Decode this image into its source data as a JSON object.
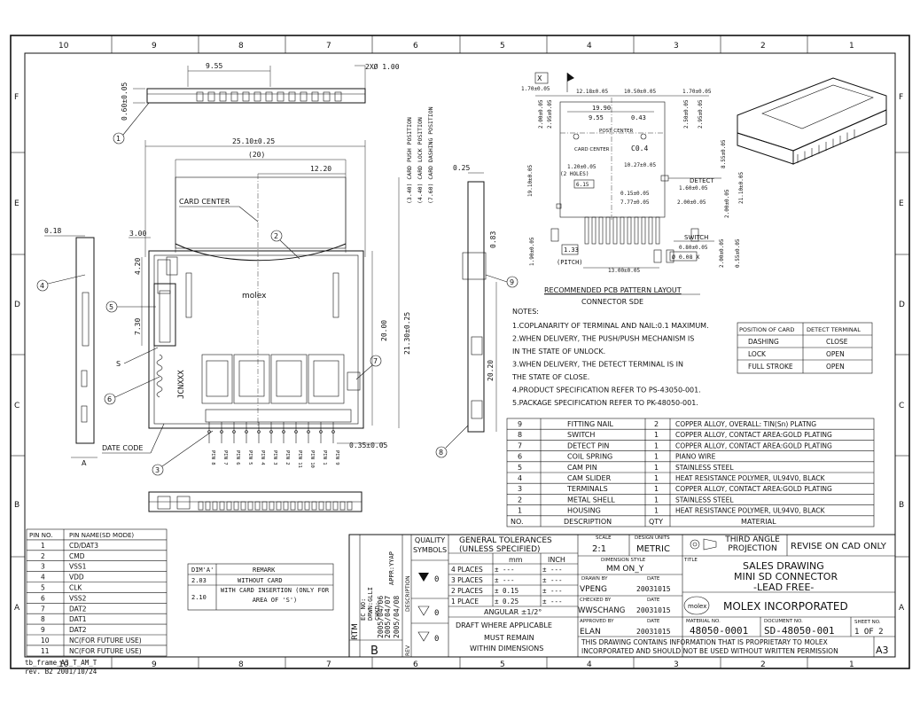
{
  "frame": {
    "col_labels": [
      "10",
      "9",
      "8",
      "7",
      "6",
      "5",
      "4",
      "3",
      "2",
      "1"
    ],
    "row_labels": [
      "F",
      "E",
      "D",
      "C",
      "B",
      "A"
    ],
    "footer_left": "tb_frame_A3_T_AM_T",
    "footer_rev": "rev. B2 2001/10/24"
  },
  "top_view": {
    "dim_955": "9.55",
    "dim_holes": "2XØ 1.00",
    "dim_060": "0.60±0.05",
    "callout_1": "1",
    "vert_dims": [
      "(3.40) CARD PUSH POSITION",
      "(4.40) CARD LOCK POSITION",
      "(7.60) CARD DASHING POSITION"
    ]
  },
  "front_view": {
    "dim_2510": "25.10±0.25",
    "dim_20": "(20)",
    "dim_1220": "12.20",
    "card_center": "CARD CENTER",
    "dim_018": "0.18",
    "dim_300": "3.00",
    "dim_420": "4.20",
    "dim_730": "7.30",
    "dim_2000": "20.00",
    "dim_2130": "21.30±0.25",
    "dim_035": "0.35±0.05",
    "date_code": "DATE CODE",
    "molex": "molex",
    "code_text": "JCNXXX",
    "letter_a": "A",
    "letter_s": "S",
    "callouts": [
      "2",
      "3",
      "4",
      "5",
      "6",
      "7"
    ],
    "pins": [
      "PIN 8",
      "PIN 7",
      "PIN 6",
      "PIN 5",
      "PIN 4",
      "PIN 3",
      "PIN 2",
      "PIN 11",
      "PIN 10",
      "PIN 1",
      "PIN 9"
    ]
  },
  "side_view": {
    "dim_025": "0.25",
    "dim_083": "0.83",
    "dim_2020": "20.20",
    "callout_8": "8",
    "callout_9": "9"
  },
  "pcb_layout": {
    "datum_x": "X",
    "dims": [
      "1.70±0.05",
      "12.18±0.05",
      "10.50±0.05",
      "1.70±0.05",
      "19.90",
      "9.55",
      "0.43",
      "2.00±0.05",
      "2.95±0.05",
      "2.50±0.05",
      "2.95±0.05",
      "C0.4",
      "8.55±0.05",
      "10.27±0.05",
      "1.20±0.05",
      "(2 HOLES)",
      "6.15",
      "0.15±0.05",
      "7.77±0.05",
      "1.60±0.05",
      "2.00±0.05",
      "19.10±0.05",
      "21.10±0.05",
      "2.00±0.05",
      "0.80±0.05",
      "1.33",
      "(PITCH)",
      "1.90±0.05",
      "13.00±0.05",
      "2.00±0.05",
      "0.55±0.05"
    ],
    "post_center": "POST CENTER",
    "card_center": "CARD CENTER",
    "detect": "DETECT",
    "switch": "SWITCH",
    "tolerance_frame": "Ø 0.08 X",
    "title": "RECOMMENDED PCB PATTERN LAYOUT",
    "subtitle": "CONNECTOR SDE"
  },
  "notes": {
    "heading": "NOTES:",
    "lines": [
      "1.COPLANARITY OF TERMINAL AND NAIL:0.1 MAXIMUM.",
      "2.WHEN DELIVERY, THE PUSH/PUSH MECHANISM IS",
      "   IN THE STATE OF UNLOCK.",
      "3.WHEN DELIVERY, THE DETECT TERMINAL IS IN",
      "   THE STATE OF CLOSE.",
      "4.PRODUCT SPECIFICATION REFER TO PS-43050-001.",
      "5.PACKAGE SPECIFICATION REFER TO PK-48050-001."
    ]
  },
  "position_table": {
    "headers": [
      "POSITION OF CARD",
      "DETECT TERMINAL"
    ],
    "rows": [
      [
        "DASHING",
        "CLOSE"
      ],
      [
        "LOCK",
        "OPEN"
      ],
      [
        "FULL STROKE",
        "OPEN"
      ]
    ]
  },
  "bom": {
    "headers": [
      "NO.",
      "DESCRIPTION",
      "QTY",
      "MATERIAL"
    ],
    "rows": [
      [
        "9",
        "FITTING NAIL",
        "2",
        "COPPER ALLOY, OVERALL: TIN(Sn) PLATNG"
      ],
      [
        "8",
        "SWITCH",
        "1",
        "COPPER ALLOY, CONTACT AREA:GOLD PLATING"
      ],
      [
        "7",
        "DETECT PIN",
        "1",
        "COPPER ALLOY, CONTACT AREA:GOLD PLATING"
      ],
      [
        "6",
        "COIL SPRING",
        "1",
        "PIANO WIRE"
      ],
      [
        "5",
        "CAM PIN",
        "1",
        "STAINLESS STEEL"
      ],
      [
        "4",
        "CAM SLIDER",
        "1",
        "HEAT RESISTANCE POLYMER, UL94V0, BLACK"
      ],
      [
        "3",
        "TERMINALS",
        "1",
        "COPPER ALLOY, CONTACT AREA:GOLD PLATING"
      ],
      [
        "2",
        "METAL SHELL",
        "1",
        "STAINLESS STEEL"
      ],
      [
        "1",
        "HOUSING",
        "1",
        "HEAT RESISTANCE POLYMER, UL94V0, BLACK"
      ]
    ]
  },
  "pin_table": {
    "headers": [
      "PIN NO.",
      "PIN NAME(SD MODE)"
    ],
    "rows": [
      [
        "1",
        "CD/DAT3"
      ],
      [
        "2",
        "CMD"
      ],
      [
        "3",
        "VSS1"
      ],
      [
        "4",
        "VDD"
      ],
      [
        "5",
        "CLK"
      ],
      [
        "6",
        "VSS2"
      ],
      [
        "7",
        "DAT2"
      ],
      [
        "8",
        "DAT1"
      ],
      [
        "9",
        "DAT2"
      ],
      [
        "10",
        "NC(FOR FUTURE USE)"
      ],
      [
        "11",
        "NC(FOR FUTURE USE)"
      ]
    ]
  },
  "remark_table": {
    "headers": [
      "DIM'A'",
      "REMARK"
    ],
    "rows": [
      [
        "2.03",
        "WITHOUT CARD"
      ],
      [
        "2.10",
        "WITH CARD INSERTION (ONLY FOR AREA OF 'S')"
      ]
    ]
  },
  "title_block": {
    "revision_dates": [
      "2005/04/06",
      "2005/04/07",
      "2005/04/08"
    ],
    "rev_labels": [
      "EC NO:",
      "DRWN:GLLI",
      "CHKD:",
      "APPR:YYAP"
    ],
    "rtm": "RTM",
    "rev_letter": "B",
    "rev_word": "REV",
    "description_word": "DESCRIPTION",
    "quality_symbols": "QUALITY SYMBOLS",
    "general_tolerances": "GENERAL TOLERANCES",
    "unless_specified": "(UNLESS SPECIFIED)",
    "mm": "mm",
    "inch": "INCH",
    "places": [
      [
        "4 PLACES",
        "± ---",
        "± ---"
      ],
      [
        "3 PLACES",
        "± ---",
        "± ---"
      ],
      [
        "2 PLACES",
        "± 0.15",
        "± ---"
      ],
      [
        "1 PLACE",
        "± 0.25",
        "± ---"
      ]
    ],
    "angular": "ANGULAR ±1/2°",
    "draft": "DRAFT WHERE APPLICABLE",
    "must_remain": "MUST REMAIN",
    "within_dims": "WITHIN DIMENSIONS",
    "scale_label": "SCALE",
    "scale": "2:1",
    "design_units_label": "DESIGN UNITS",
    "design_units": "METRIC",
    "dimension_style_label": "DIMENSION STYLE",
    "dimension_style": "MM ON_Y",
    "drawn_by_label": "DRAWN BY",
    "drawn_by": "VPENG",
    "drawn_date": "20031015",
    "checked_by_label": "CHECKED BY",
    "checked_by": "WWSCHANG",
    "checked_date": "20031015",
    "approved_by_label": "APPROVED BY",
    "approved_by": "ELAN",
    "approved_date": "20031015",
    "date_label": "DATE",
    "projection": "THIRD ANGLE PROJECTION",
    "revise": "REVISE ON CAD ONLY",
    "title_label": "TITLE",
    "title_lines": [
      "SALES DRAWING",
      "MINI SD CONNECTOR",
      "-LEAD FREE-"
    ],
    "company": "MOLEX INCORPORATED",
    "molex_logo": "molex",
    "material_no_label": "MATERIAL NO.",
    "material_no": "48050-0001",
    "document_no_label": "DOCUMENT NO.",
    "document_no": "SD-48050-001",
    "sheet_no_label": "SHEET NO.",
    "sheet_no": "1 OF 2",
    "size": "A3",
    "proprietary_1": "THIS DRAWING CONTAINS INFORMATION THAT IS PROPRIETARY TO MOLEX",
    "proprietary_2": "INCORPORATED AND SHOULD NOT BE USED WITHOUT WRITTEN PERMISSION",
    "symbol_values": [
      "0",
      "0",
      "0"
    ]
  }
}
